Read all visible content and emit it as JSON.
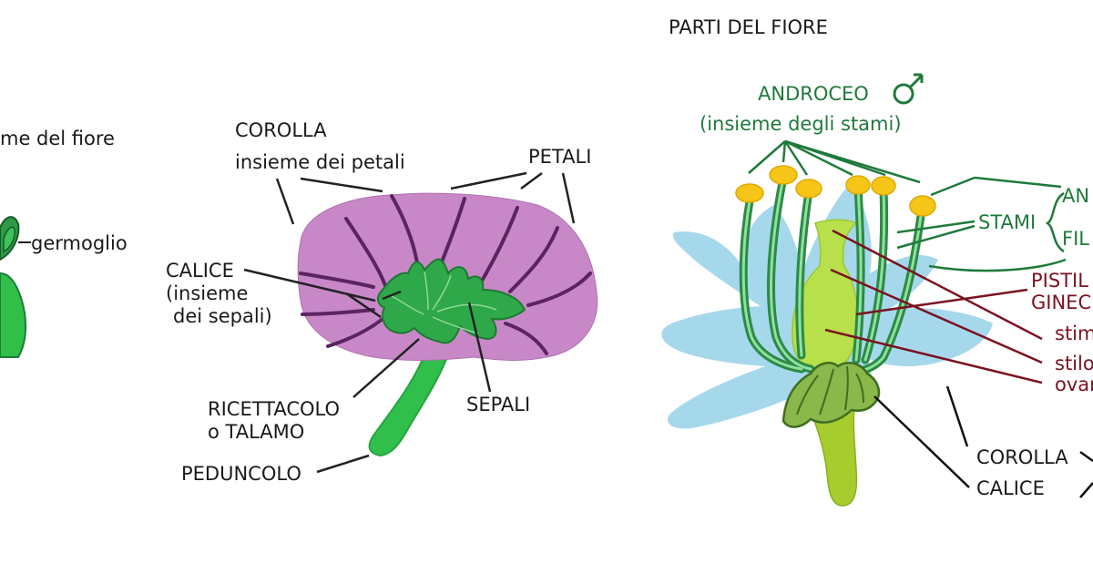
{
  "title": "PARTI DEL FIORE",
  "colors": {
    "petal_purple": "#c888c8",
    "petal_vein": "#5a2460",
    "stem_green": "#2fbf4a",
    "sepal_green": "#2e9a44",
    "corolla_blue": "#a6d8ec",
    "stamen_green": "#3aa552",
    "anther_yellow": "#f5c518",
    "pistil_green": "#b8e04a",
    "label_green": "#1f7a3a",
    "label_red": "#7a1220"
  },
  "left_panel": {
    "partial_title": "me del fiore",
    "germoglio": "germoglio"
  },
  "middle_panel": {
    "corolla": "COROLLA",
    "corolla_desc": "insieme dei petali",
    "petali": "PETALI",
    "calice": "CALICE",
    "calice_desc_1": "(insieme",
    "calice_desc_2": "dei sepali)",
    "ricettacolo_1": "RICETTACOLO",
    "ricettacolo_2": "o TALAMO",
    "sepali": "SEPALI",
    "peduncolo": "PEDUNCOLO"
  },
  "right_panel": {
    "androceo": "ANDROCEO",
    "male_symbol": "♂",
    "androceo_desc": "(insieme degli stami)",
    "stami": "STAMI",
    "an_partial": "AN",
    "fil_partial": "FIL",
    "pistil_partial": "PISTIL",
    "ginec_partial": "GINEC",
    "stim_partial": "stim",
    "stilo_partial": "stilo",
    "ovar_partial": "ovar",
    "corolla": "COROLLA",
    "calice": "CALICE"
  }
}
